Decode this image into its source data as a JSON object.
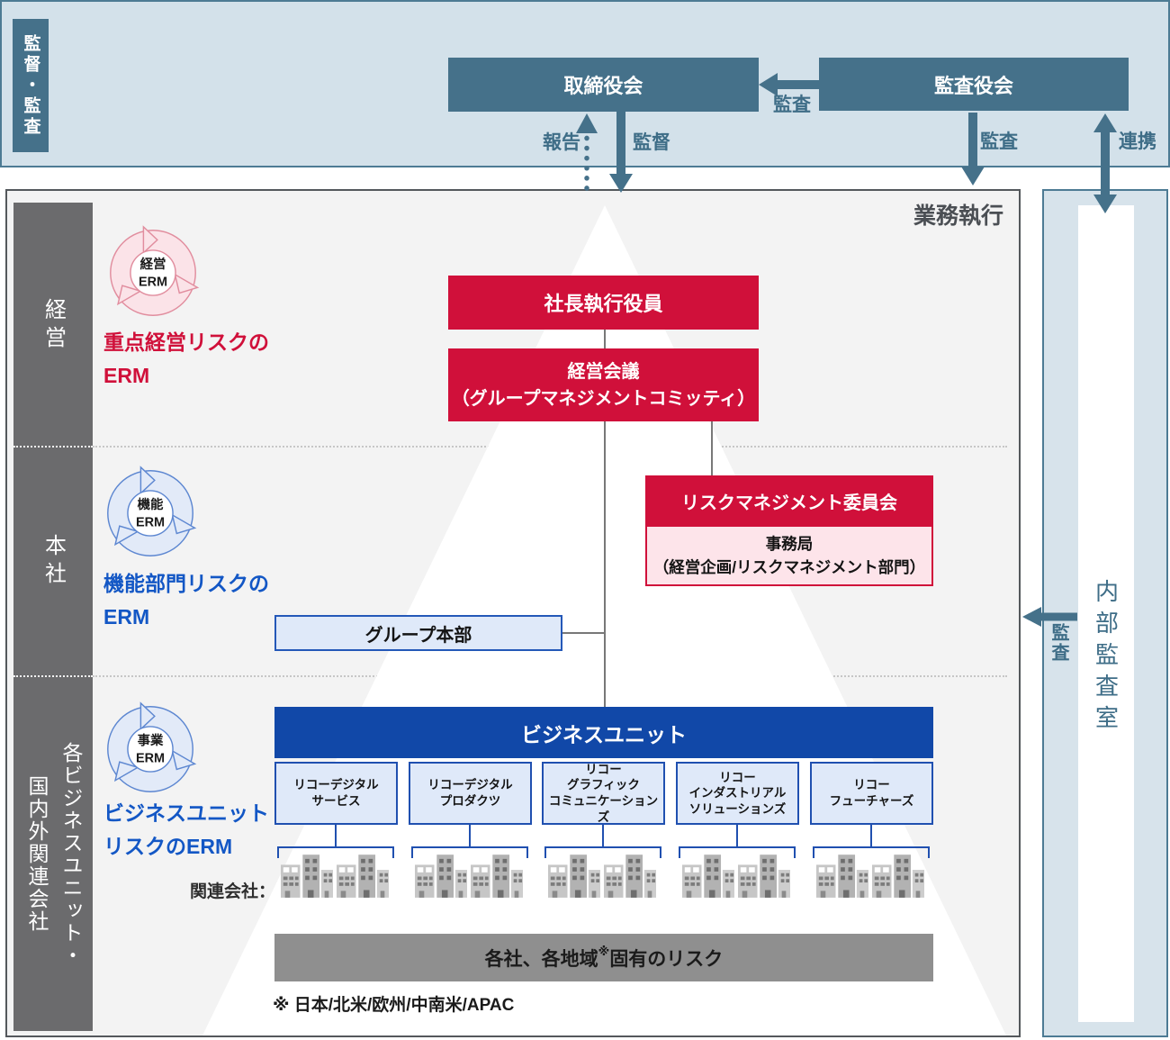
{
  "colors": {
    "teal": "#45718a",
    "teal_text": "#3e6d87",
    "top_band_bg": "#d3e1ea",
    "band_border": "#4d7b94",
    "main_bg": "#f3f3f3",
    "main_border": "#54585c",
    "side_band_gray": "#6b6b6d",
    "red": "#d0103a",
    "pink_fill": "#fde4ea",
    "erm_pink_fill": "#fbe3e8",
    "erm_pink_stroke": "#e18d9e",
    "erm_blue_fill": "#e2eaf8",
    "erm_blue_stroke": "#5d87d1",
    "blue_text": "#1357c5",
    "bu_blue": "#1148a8",
    "light_blue_fill": "#dfe9f9",
    "light_blue_border": "#2050b0",
    "gray_bar": "#8f8f8f",
    "connector_gray": "#787878"
  },
  "top": {
    "side_label": "監督・監査",
    "board": "取締役会",
    "audit_board": "監査役会",
    "label_audit_h": "監査",
    "label_report": "報告",
    "label_supervise": "監督",
    "label_audit_down": "監査",
    "label_cooperation": "連携"
  },
  "main": {
    "corner_label": "業務執行",
    "sections": {
      "management": {
        "band": "経営",
        "badge_line1": "経営",
        "badge_line2": "ERM",
        "label": "重点経営リスクの\nERM"
      },
      "headquarters": {
        "band": "本社",
        "badge_line1": "機能",
        "badge_line2": "ERM",
        "label": "機能部門リスクの\nERM"
      },
      "business": {
        "band_line1": "各ビジネスユニット・",
        "band_line2": "国内外関連会社",
        "badge_line1": "事業",
        "badge_line2": "ERM",
        "label": "ビジネスユニット\nリスクのERM"
      }
    },
    "president": "社長執行役員",
    "management_meeting": "経営会議\n（グループマネジメントコミッティ）",
    "risk_committee": "リスクマネジメント委員会",
    "secretariat": "事務局\n（経営企画/リスクマネジメント部門）",
    "group_hq": "グループ本部",
    "bu_header": "ビジネスユニット",
    "business_units": [
      {
        "label": "リコーデジタル\nサービス"
      },
      {
        "label": "リコーデジタル\nプロダクツ"
      },
      {
        "label": "リコー\nグラフィック\nコミュニケーションズ"
      },
      {
        "label": "リコー\nインダストリアル\nソリューションズ"
      },
      {
        "label": "リコー\nフューチャーズ"
      }
    ],
    "affiliates_label": "関連会社：",
    "risk_bar": {
      "pre": "各社、各地域",
      "sup": "※",
      "post": "固有のリスク"
    },
    "footnote": "※ 日本/北米/欧州/中南米/APAC"
  },
  "right": {
    "label": "内部監査室",
    "audit_label": "監査"
  }
}
